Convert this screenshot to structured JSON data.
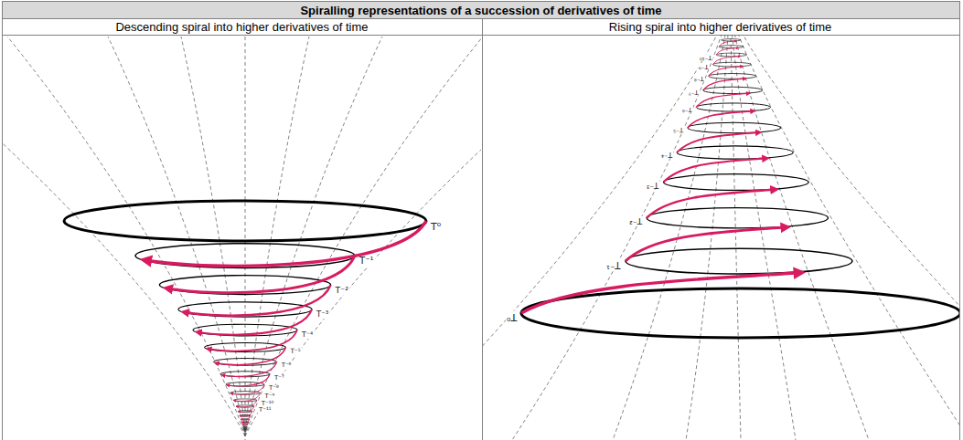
{
  "diagram": {
    "title": "Spiralling representations of a succession of derivatives of time",
    "labels": [
      "Descending spiral into higher derivatives of time",
      "Rising spiral into higher derivatives of time",
      "T⁰",
      "T⁻¹",
      "T⁻²",
      "T⁻³",
      "T⁻⁴",
      "T⁻⁵",
      "T⁻⁶",
      "T⁻⁷",
      "T⁻⁸",
      "T⁻⁹",
      "T⁻¹⁰",
      "T⁻¹¹",
      "T⁰",
      "T⁻¹",
      "T⁻²",
      "T⁻³",
      "T⁻⁴",
      "T⁻⁵",
      "T⁻⁶",
      "T⁻⁷",
      "T⁻⁸",
      "T⁻⁹",
      "T⁻¹⁰"
    ]
  }
}
